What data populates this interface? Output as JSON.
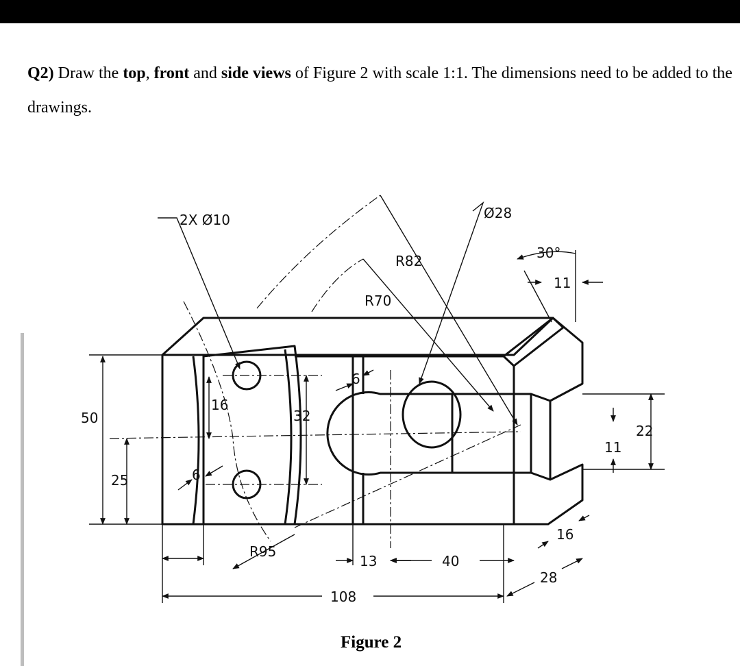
{
  "question": {
    "number": "Q2)",
    "t1": " Draw the ",
    "b1": "top",
    "t2": ", ",
    "b2": "front",
    "t3": " and ",
    "b3": "side views",
    "t4": " of Figure 2 with scale 1:1. The dimensions need to be added to the drawings."
  },
  "figure": {
    "caption": "Figure 2",
    "dimensions": {
      "holes": "2X Ø10",
      "bore": "Ø28",
      "r82": "R82",
      "r70": "R70",
      "angle": "30°",
      "d11_top": "11",
      "d6_slot": "6",
      "d16": "16",
      "d32": "32",
      "d50": "50",
      "d25": "25",
      "d6_left": "6",
      "d22": "22",
      "d11_right": "11",
      "d16_bottom": "16",
      "r95": "R95",
      "d13": "13",
      "d40": "40",
      "d28": "28",
      "d108": "108"
    }
  },
  "colors": {
    "ink": "#111111",
    "frame": "#000000",
    "bar": "#bdbdbd"
  }
}
